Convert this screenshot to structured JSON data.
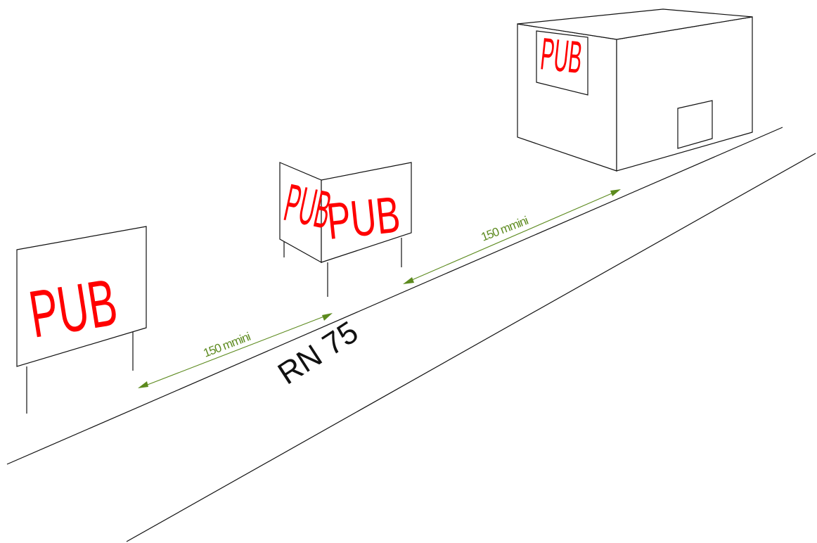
{
  "road": {
    "label": "RN 75"
  },
  "signs": {
    "billboard_left": "PUB",
    "double_sign_side": "PUB",
    "double_sign_front": "PUB",
    "building_sign": "PUB"
  },
  "distances": {
    "left_gap": "150 mmini",
    "right_gap": "150 mmini"
  },
  "colors": {
    "sign_text": "#ff0000",
    "dimension": "#5c8a1e",
    "outline": "#111111"
  }
}
